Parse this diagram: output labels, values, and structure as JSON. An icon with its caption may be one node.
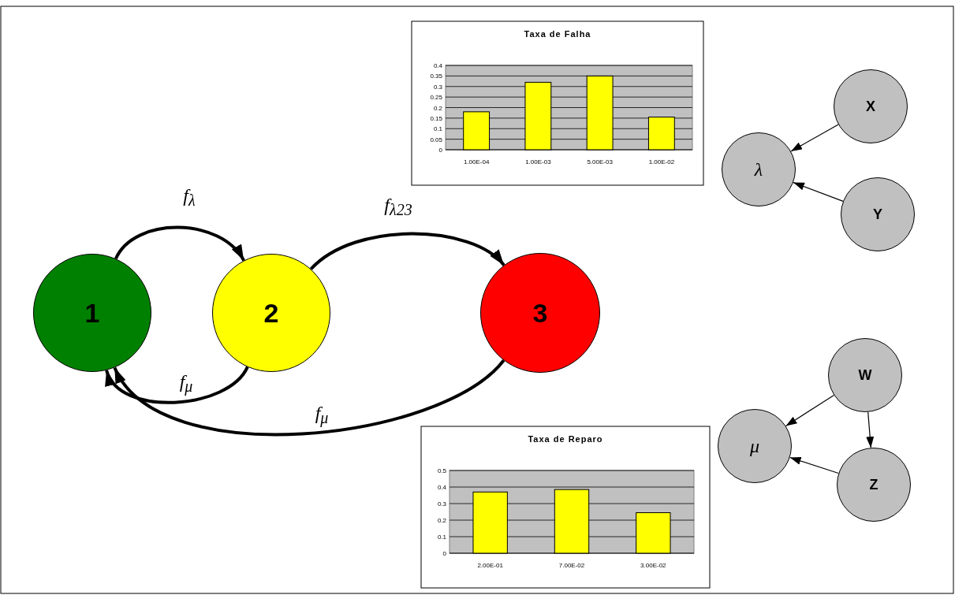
{
  "diagram": {
    "nodes": [
      {
        "text": [
          "1"
        ]
      },
      {
        "text": [
          "2"
        ]
      },
      {
        "text": [
          "3"
        ]
      },
      {
        "text": [
          "X"
        ]
      },
      {
        "text": [
          "λ"
        ]
      },
      {
        "text": [
          "Y"
        ]
      },
      {
        "text": [
          "W"
        ]
      },
      {
        "text": [
          "μ"
        ]
      },
      {
        "text": [
          "Z"
        ]
      }
    ],
    "edges": [
      {
        "from": 0,
        "to": 1,
        "arrow": "to",
        "label": "f$_{λ}$",
        "style": "thick"
      },
      {
        "from": 1,
        "to": 2,
        "arrow": "to",
        "label": "f$_{λ23}$",
        "style": "thick"
      },
      {
        "from": 1,
        "to": 0,
        "arrow": "to",
        "label": "f$_{μ}$",
        "style": "thick"
      },
      {
        "from": 2,
        "to": 0,
        "arrow": "to",
        "label": "f$_{μ}$",
        "style": "thick"
      },
      {
        "from": 3,
        "to": 4,
        "arrow": "to"
      },
      {
        "from": 5,
        "to": 4,
        "arrow": "to"
      },
      {
        "from": 6,
        "to": 7,
        "arrow": "to"
      },
      {
        "from": 6,
        "to": 8,
        "arrow": "to"
      },
      {
        "from": 8,
        "to": 7,
        "arrow": "to"
      }
    ],
    "chart_data": [
      {
        "type": "bar",
        "title": "Taxa de Falha",
        "categories": [
          "1.00E-04",
          "1.00E-03",
          "5.00E-03",
          "1.00E-02"
        ],
        "values": [
          0.18,
          0.32,
          0.35,
          0.155
        ],
        "ylim": [
          0,
          0.4
        ],
        "grid": true,
        "yticks": [
          0,
          0.05,
          0.1,
          0.15,
          0.2,
          0.25,
          0.3,
          0.35,
          0.4
        ]
      },
      {
        "type": "bar",
        "title": "Taxa de Reparo",
        "categories": [
          "2.00E-01",
          "7.00E-02",
          "3.00E-02"
        ],
        "values": [
          0.37,
          0.385,
          0.245
        ],
        "ylim": [
          0,
          0.5
        ],
        "grid": true,
        "yticks": [
          0,
          0.1,
          0.2,
          0.3,
          0.4,
          0.5
        ]
      }
    ]
  }
}
